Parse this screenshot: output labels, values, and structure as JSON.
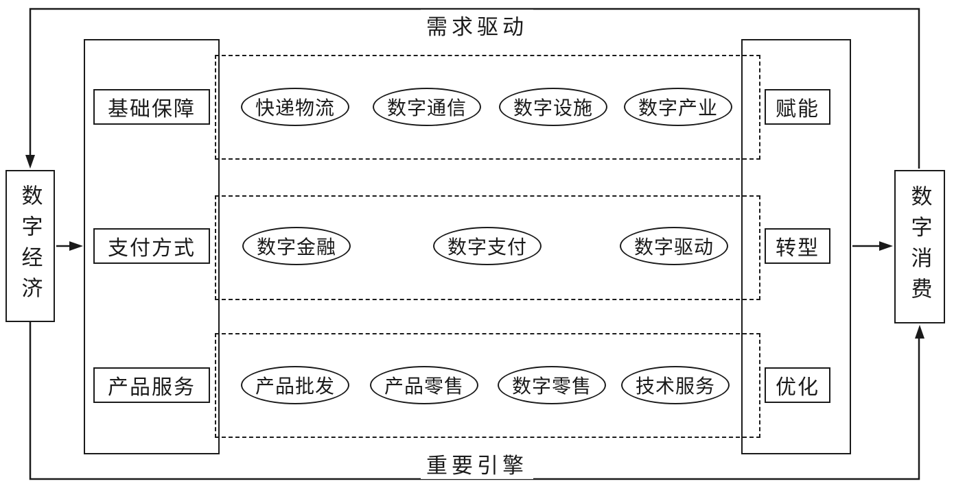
{
  "diagram": {
    "top_label": "需求驱动",
    "bottom_label": "重要引擎",
    "left_node": "数字经济",
    "right_node": "数字消费",
    "pillars": [
      "基础保障",
      "支付方式",
      "产品服务"
    ],
    "outcomes": [
      "赋能",
      "转型",
      "优化"
    ],
    "rows": [
      {
        "items": [
          "快递物流",
          "数字通信",
          "数字设施",
          "数字产业"
        ]
      },
      {
        "items": [
          "数字金融",
          "数字支付",
          "数字驱动"
        ]
      },
      {
        "items": [
          "产品批发",
          "产品零售",
          "数字零售",
          "技术服务"
        ]
      }
    ],
    "line_color": "#1a1a1a"
  }
}
